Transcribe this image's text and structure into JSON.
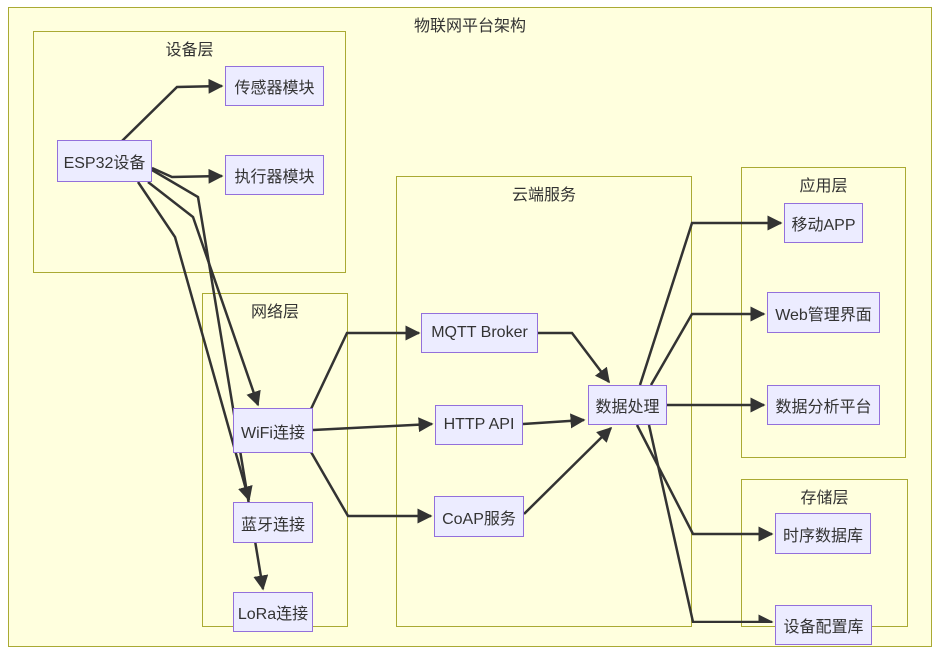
{
  "title": "物联网平台架构",
  "groups": {
    "device": {
      "label": "设备层"
    },
    "network": {
      "label": "网络层"
    },
    "cloud": {
      "label": "云端服务"
    },
    "app": {
      "label": "应用层"
    },
    "storage": {
      "label": "存储层"
    }
  },
  "nodes": {
    "esp32": {
      "label": "ESP32设备"
    },
    "sensor": {
      "label": "传感器模块"
    },
    "actuator": {
      "label": "执行器模块"
    },
    "wifi": {
      "label": "WiFi连接"
    },
    "bluetooth": {
      "label": "蓝牙连接"
    },
    "lora": {
      "label": "LoRa连接"
    },
    "mqtt": {
      "label": "MQTT Broker"
    },
    "http": {
      "label": "HTTP API"
    },
    "coap": {
      "label": "CoAP服务"
    },
    "processing": {
      "label": "数据处理"
    },
    "mobile": {
      "label": "移动APP"
    },
    "web": {
      "label": "Web管理界面"
    },
    "analytics": {
      "label": "数据分析平台"
    },
    "tsdb": {
      "label": "时序数据库"
    },
    "configdb": {
      "label": "设备配置库"
    }
  },
  "edges": [
    {
      "from": "esp32",
      "to": "sensor"
    },
    {
      "from": "esp32",
      "to": "actuator"
    },
    {
      "from": "esp32",
      "to": "wifi"
    },
    {
      "from": "esp32",
      "to": "bluetooth"
    },
    {
      "from": "esp32",
      "to": "lora"
    },
    {
      "from": "wifi",
      "to": "mqtt"
    },
    {
      "from": "wifi",
      "to": "http"
    },
    {
      "from": "wifi",
      "to": "coap"
    },
    {
      "from": "mqtt",
      "to": "processing"
    },
    {
      "from": "http",
      "to": "processing"
    },
    {
      "from": "coap",
      "to": "processing"
    },
    {
      "from": "processing",
      "to": "mobile"
    },
    {
      "from": "processing",
      "to": "web"
    },
    {
      "from": "processing",
      "to": "analytics"
    },
    {
      "from": "processing",
      "to": "tsdb"
    },
    {
      "from": "processing",
      "to": "configdb"
    }
  ],
  "colors": {
    "canvas_bg": "#ffffff",
    "group_fill": "#ffffde",
    "group_border": "#aaaa33",
    "node_fill": "#ececff",
    "node_border": "#9370db",
    "edge": "#333333",
    "text": "#333333"
  }
}
